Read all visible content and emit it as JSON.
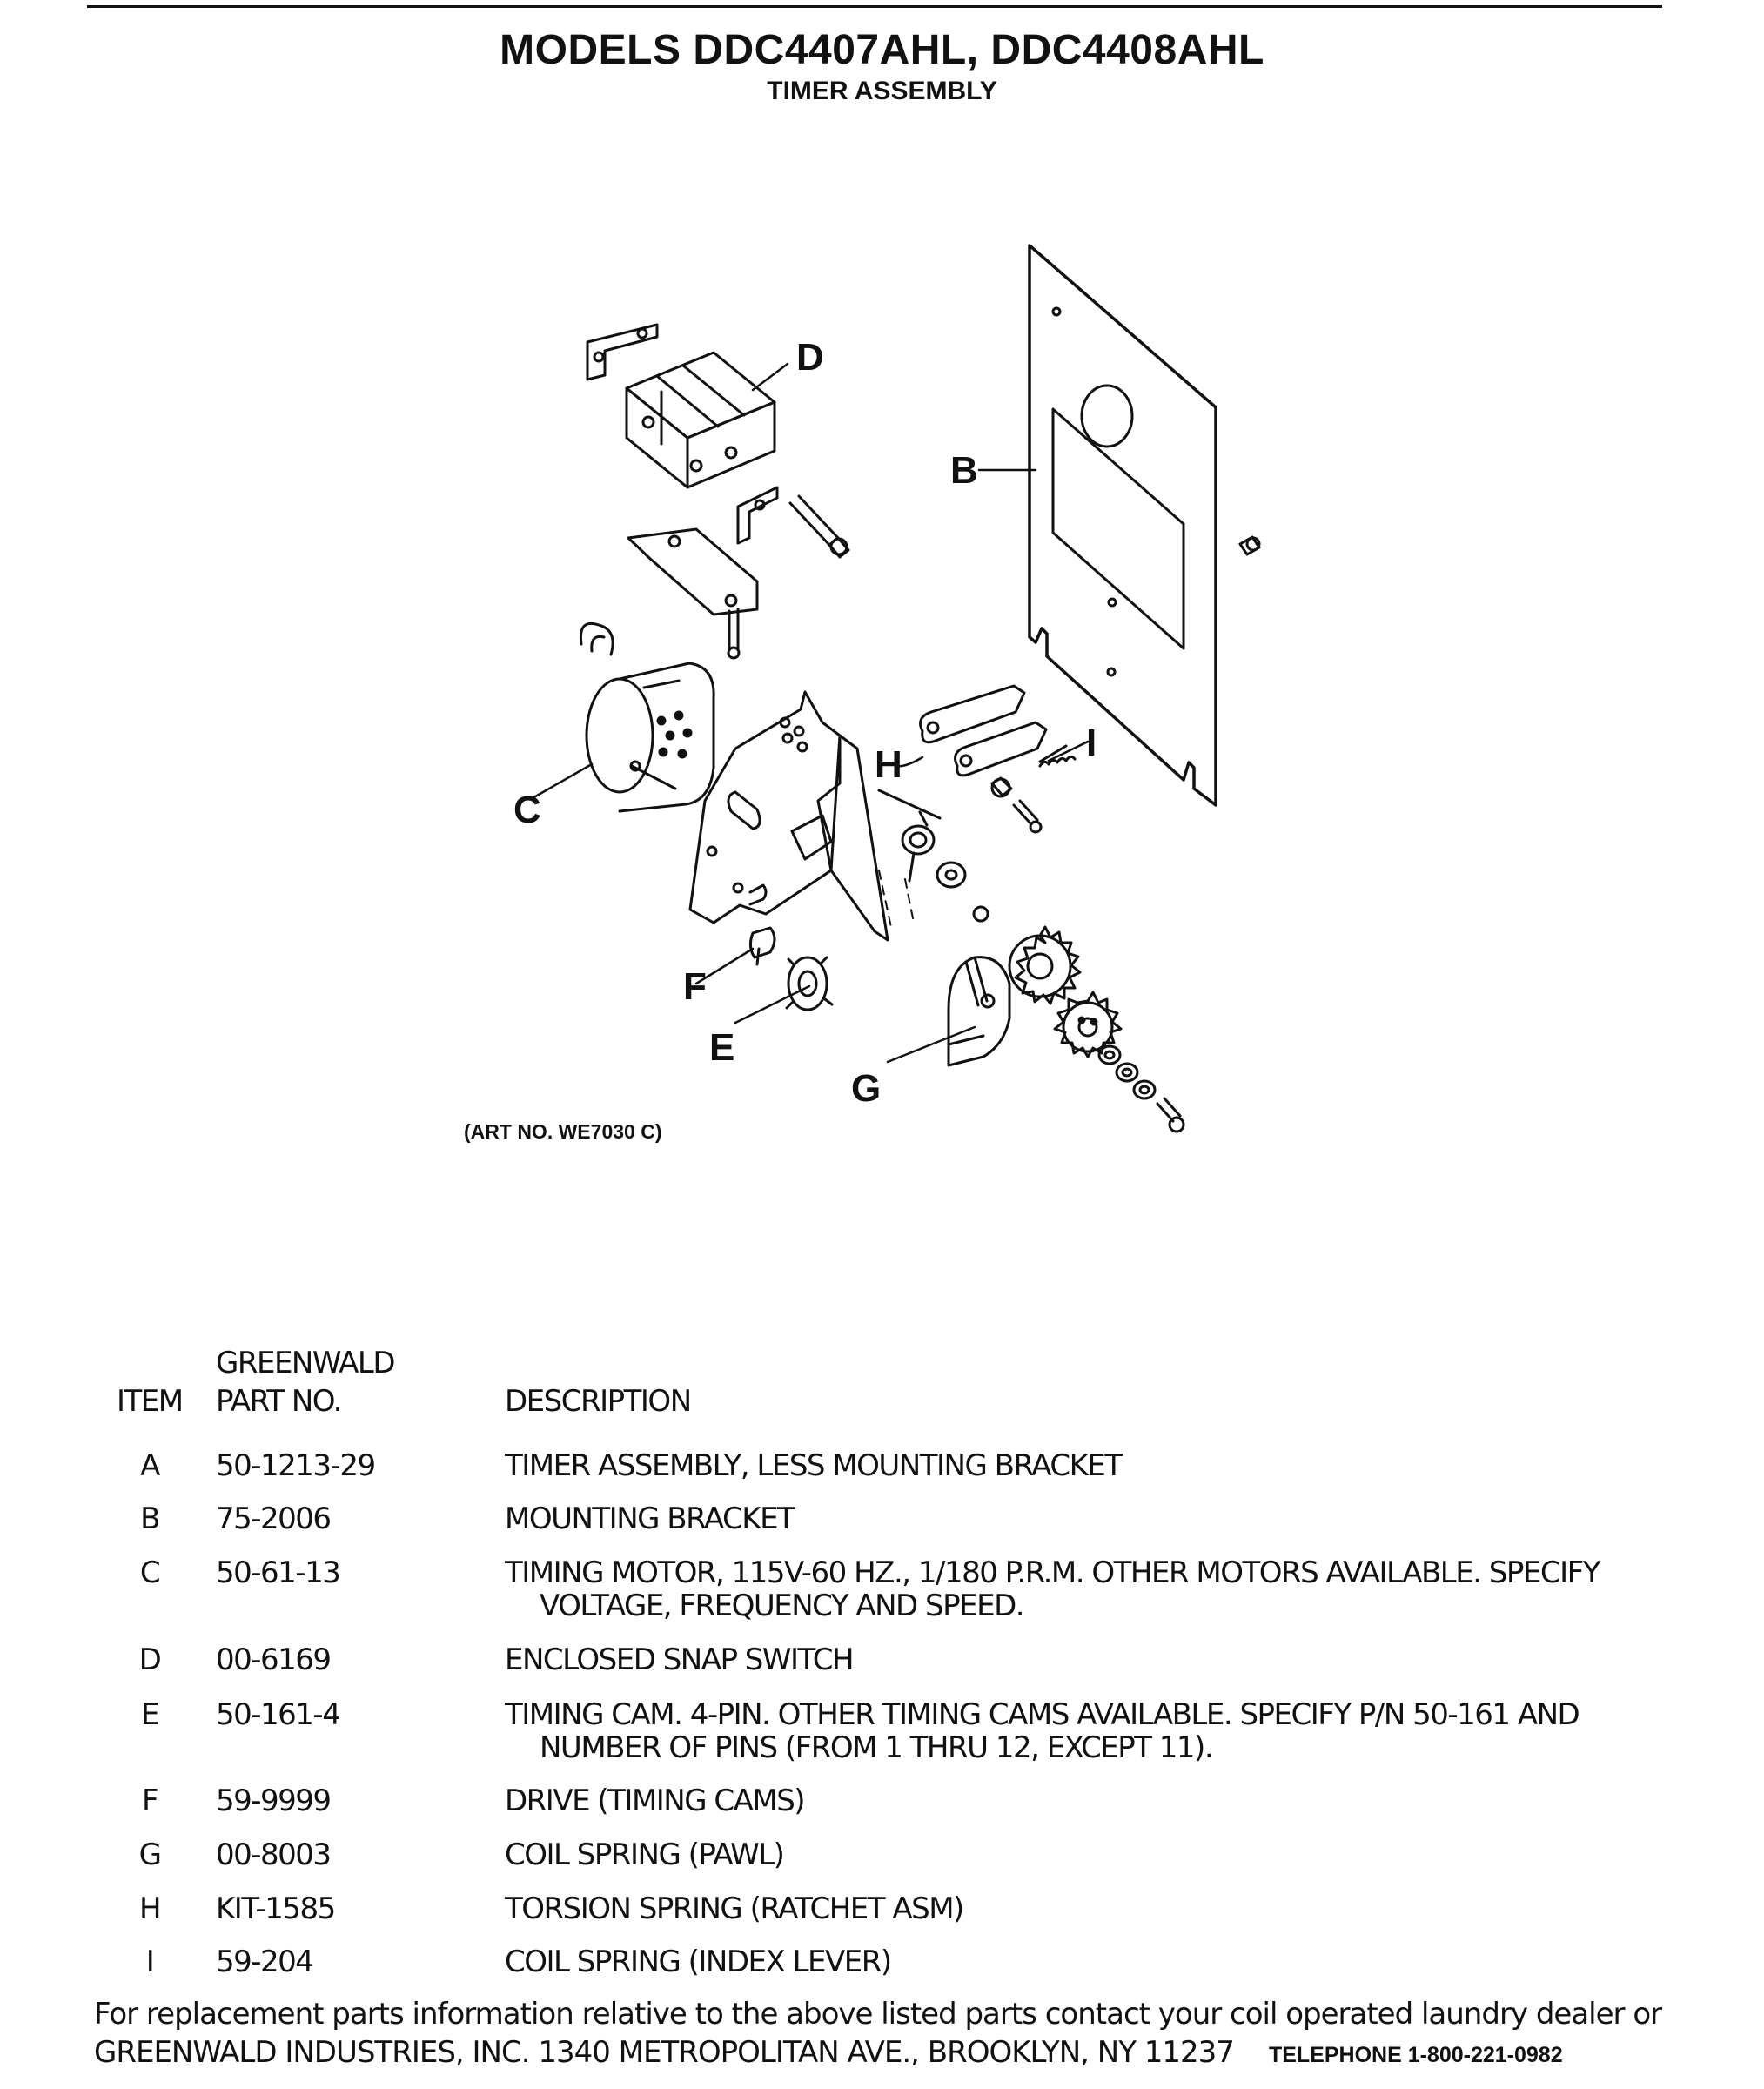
{
  "header": {
    "title": "MODELS DDC4407AHL, DDC4408AHL",
    "subtitle": "TIMER ASSEMBLY"
  },
  "diagram": {
    "art_number": "(ART NO. WE7030 C)",
    "callouts": [
      "B",
      "C",
      "D",
      "E",
      "F",
      "G",
      "H",
      "I"
    ]
  },
  "parts_table": {
    "headers": {
      "item": "ITEM",
      "part_no_line1": "GREENWALD",
      "part_no_line2": "PART NO.",
      "description": "DESCRIPTION"
    },
    "rows": [
      {
        "item": "A",
        "part_no": "50-1213-29",
        "description": "TIMER ASSEMBLY, LESS MOUNTING BRACKET",
        "description_cont": ""
      },
      {
        "item": "B",
        "part_no": "75-2006",
        "description": "MOUNTING BRACKET",
        "description_cont": ""
      },
      {
        "item": "C",
        "part_no": "50-61-13",
        "description": "TIMING MOTOR, 115V-60 HZ., 1/180 P.R.M. OTHER MOTORS AVAILABLE. SPECIFY",
        "description_cont": "VOLTAGE, FREQUENCY AND SPEED."
      },
      {
        "item": "D",
        "part_no": "00-6169",
        "description": "ENCLOSED SNAP SWITCH",
        "description_cont": ""
      },
      {
        "item": "E",
        "part_no": "50-161-4",
        "description": "TIMING CAM. 4-PIN. OTHER TIMING CAMS AVAILABLE. SPECIFY P/N 50-161 AND",
        "description_cont": "NUMBER OF PINS (FROM 1 THRU 12, EXCEPT 11)."
      },
      {
        "item": "F",
        "part_no": "59-9999",
        "description": "DRIVE (TIMING CAMS)",
        "description_cont": ""
      },
      {
        "item": "G",
        "part_no": "00-8003",
        "description": "COIL SPRING (PAWL)",
        "description_cont": ""
      },
      {
        "item": "H",
        "part_no": "KIT-1585",
        "description": "TORSION SPRING (RATCHET ASM)",
        "description_cont": ""
      },
      {
        "item": "I",
        "part_no": "59-204",
        "description": "COIL SPRING (INDEX LEVER)",
        "description_cont": ""
      }
    ]
  },
  "footer": {
    "line1": "For replacement parts information relative to the above listed parts contact your coil operated laundry dealer or",
    "line2": "GREENWALD INDUSTRIES, INC. 1340 METROPOLITAN AVE., BROOKLYN, NY 11237",
    "telephone": "TELEPHONE 1-800-221-0982"
  }
}
